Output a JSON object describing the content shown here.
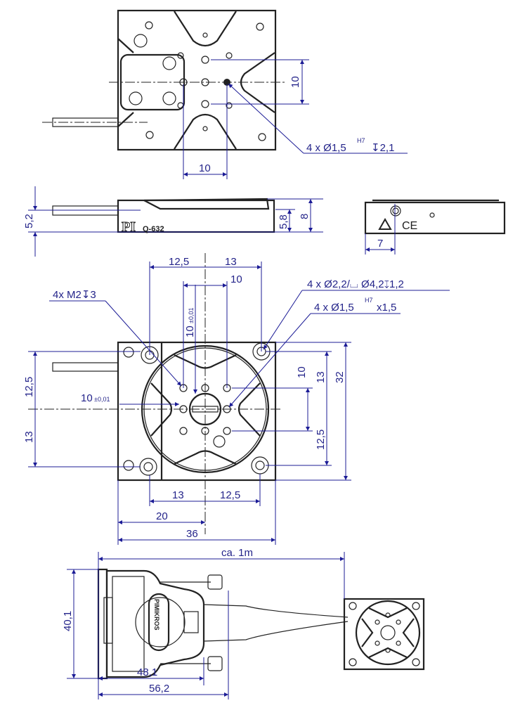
{
  "drawing": {
    "model_label": "Q-632",
    "logo_text": "PI",
    "connector_logo": "PIMIKROS",
    "top_view": {
      "dim_vertical": "10",
      "dim_horizontal": "10",
      "callout": {
        "main": "4 x Ø1,5",
        "sup": "H7",
        "tail": "↧2,1"
      }
    },
    "side_view": {
      "dim_left": "5,2",
      "dim_inner": "5,8",
      "dim_total": "8"
    },
    "end_view": {
      "dim_offset": "7"
    },
    "main_view": {
      "dim_top_left": "12,5",
      "dim_top_right": "13",
      "dim_top_inner": "10",
      "dim_vertical_tol": "10",
      "tol_text": "±0,01",
      "dim_horizontal_tol": "10",
      "callout_thread": "4x M2↧3",
      "callout_counterbore": "4 x Ø2,2/⌴ Ø4,2↧1,2",
      "callout_pin": {
        "main": "4 x Ø1,5",
        "sup": "H7",
        "tail": "x1,5"
      },
      "dim_right_inner": "10",
      "dim_right_upper": "13",
      "dim_right_lower": "12,5",
      "dim_right_total": "32",
      "dim_left_upper": "12,5",
      "dim_left_lower": "13",
      "dim_bottom_left": "13",
      "dim_bottom_right": "12,5",
      "dim_bottom_20": "20",
      "dim_bottom_36": "36"
    },
    "cable_view": {
      "dim_length": "ca. 1m",
      "dim_height": "40,1",
      "dim_width_1": "48,1",
      "dim_width_2": "56,2"
    }
  }
}
